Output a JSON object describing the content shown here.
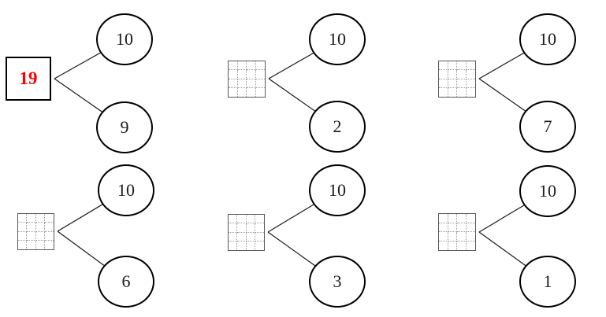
{
  "worksheet": {
    "description_colors": {
      "whole_number_text": "#ff0000",
      "shape_stroke": "#000000"
    },
    "bonds": [
      {
        "whole": "19",
        "part_top": "10",
        "part_bottom": "9"
      },
      {
        "whole": "",
        "part_top": "10",
        "part_bottom": "2"
      },
      {
        "whole": "",
        "part_top": "10",
        "part_bottom": "7"
      },
      {
        "whole": "",
        "part_top": "10",
        "part_bottom": "6"
      },
      {
        "whole": "",
        "part_top": "10",
        "part_bottom": "3"
      },
      {
        "whole": "",
        "part_top": "10",
        "part_bottom": "1"
      }
    ]
  }
}
